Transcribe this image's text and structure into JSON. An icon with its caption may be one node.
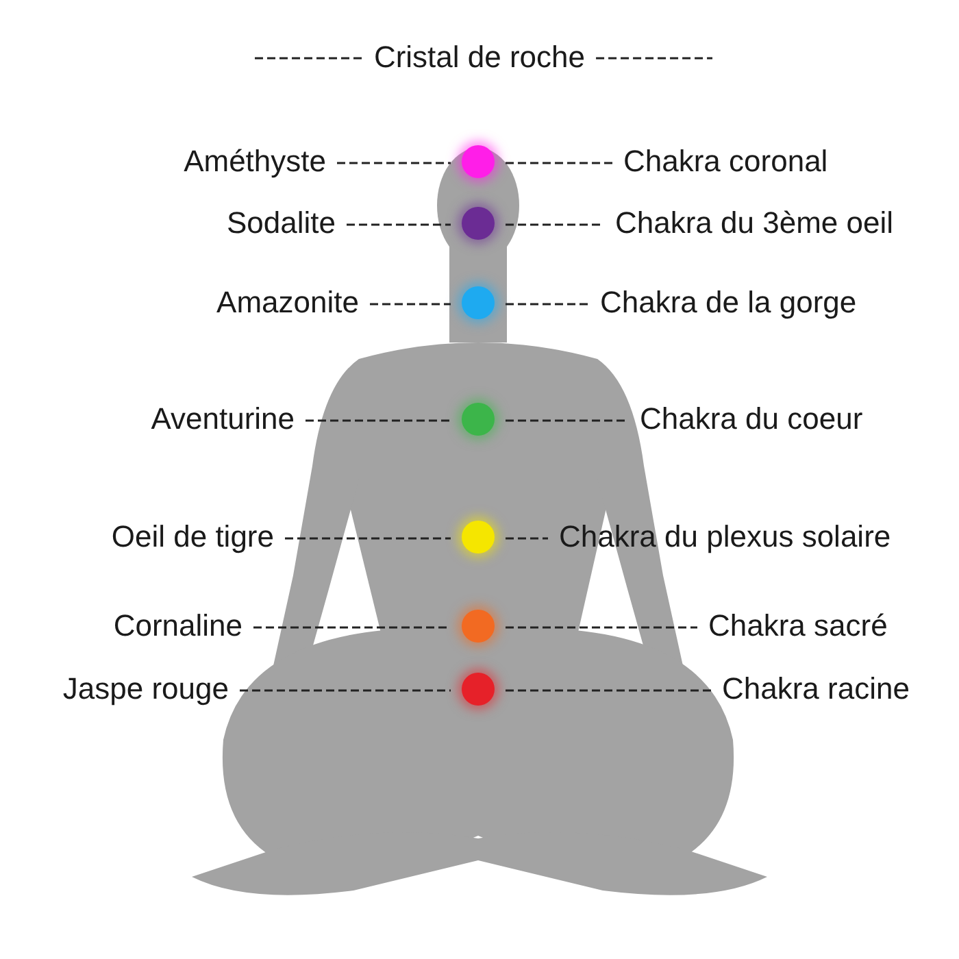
{
  "diagram": {
    "title": "Cristal de roche",
    "nodes": [
      {
        "text": [
          "Améthyste"
        ]
      },
      {
        "text": [],
        "shape": "circle"
      },
      {
        "text": [
          "Chakra coronal"
        ]
      },
      {
        "text": [
          "Sodalite"
        ]
      },
      {
        "text": [],
        "shape": "circle"
      },
      {
        "text": [
          "Chakra du 3ème oeil"
        ]
      },
      {
        "text": [
          "Amazonite"
        ]
      },
      {
        "text": [],
        "shape": "circle"
      },
      {
        "text": [
          "Chakra de la gorge"
        ]
      },
      {
        "text": [
          "Aventurine"
        ]
      },
      {
        "text": [],
        "shape": "circle"
      },
      {
        "text": [
          "Chakra du coeur"
        ]
      },
      {
        "text": [
          "Oeil de tigre"
        ]
      },
      {
        "text": [],
        "shape": "circle"
      },
      {
        "text": [
          "Chakra du plexus solaire"
        ]
      },
      {
        "text": [
          "Cornaline"
        ]
      },
      {
        "text": [],
        "shape": "circle"
      },
      {
        "text": [
          "Chakra sacré"
        ]
      },
      {
        "text": [
          "Jaspe rouge"
        ]
      },
      {
        "text": [],
        "shape": "circle"
      },
      {
        "text": [
          "Chakra racine"
        ]
      }
    ],
    "edges": [
      {
        "from": 0,
        "to": 1,
        "arrow": "none",
        "style": "dashed"
      },
      {
        "from": 1,
        "to": 2,
        "arrow": "none",
        "style": "dashed"
      },
      {
        "from": 3,
        "to": 4,
        "arrow": "none",
        "style": "dashed"
      },
      {
        "from": 4,
        "to": 5,
        "arrow": "none",
        "style": "dashed"
      },
      {
        "from": 6,
        "to": 7,
        "arrow": "none",
        "style": "dashed"
      },
      {
        "from": 7,
        "to": 8,
        "arrow": "none",
        "style": "dashed"
      },
      {
        "from": 9,
        "to": 10,
        "arrow": "none",
        "style": "dashed"
      },
      {
        "from": 10,
        "to": 11,
        "arrow": "none",
        "style": "dashed"
      },
      {
        "from": 12,
        "to": 13,
        "arrow": "none",
        "style": "dashed"
      },
      {
        "from": 13,
        "to": 14,
        "arrow": "none",
        "style": "dashed"
      },
      {
        "from": 15,
        "to": 16,
        "arrow": "none",
        "style": "dashed"
      },
      {
        "from": 16,
        "to": 17,
        "arrow": "none",
        "style": "dashed"
      },
      {
        "from": 18,
        "to": 19,
        "arrow": "none",
        "style": "dashed"
      },
      {
        "from": 19,
        "to": 20,
        "arrow": "none",
        "style": "dashed"
      }
    ]
  }
}
